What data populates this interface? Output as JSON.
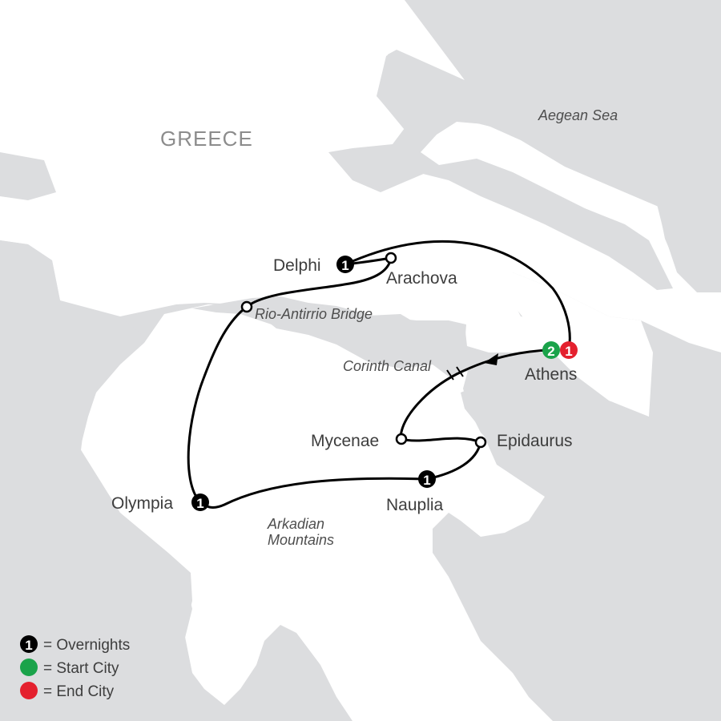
{
  "map": {
    "region_label": "GREECE",
    "water_labels": {
      "aegean": "Aegean Sea",
      "corinth_canal": "Corinth Canal",
      "rio_bridge": "Rio-Antirrio Bridge",
      "arkadian_1": "Arkadian",
      "arkadian_2": "Mountains"
    },
    "cities": {
      "delphi": "Delphi",
      "arachova": "Arachova",
      "athens": "Athens",
      "mycenae": "Mycenae",
      "epidaurus": "Epidaurus",
      "nauplia": "Nauplia",
      "olympia": "Olympia"
    },
    "markers": {
      "delphi_nights": "1",
      "athens_start_nights": "2",
      "athens_end_nights": "1",
      "nauplia_nights": "1",
      "olympia_nights": "1"
    },
    "legend": {
      "overnights_symbol": "1",
      "overnights": "= Overnights",
      "start_city": "= Start City",
      "end_city": "= End City"
    },
    "colors": {
      "land": "#ffffff",
      "sea": "#dcdddf",
      "route": "#000000",
      "start": "#1aa34a",
      "end": "#e4202e"
    }
  }
}
